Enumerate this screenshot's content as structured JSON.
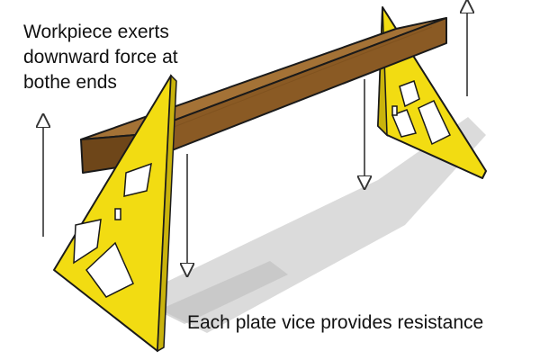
{
  "captions": {
    "top_lines": [
      "Workpiece exerts",
      "downward force at",
      "bothe ends"
    ],
    "bottom": "Each plate vice provides resistance"
  },
  "colors": {
    "plate_yellow": "#f2dc12",
    "plate_outline": "#1a1a1a",
    "wood_top": "#a47236",
    "wood_front": "#8a5a24",
    "wood_end": "#6e4619",
    "shadow": "#c8c8c8",
    "arrow_stroke": "#333333",
    "text": "#111111"
  },
  "icons": {
    "up_arrow": "upward-force-arrow-icon",
    "down_arrow": "downward-force-arrow-icon"
  }
}
